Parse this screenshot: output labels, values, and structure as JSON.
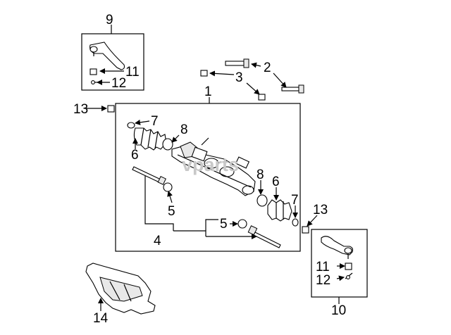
{
  "diagram": {
    "watermark": "vparts",
    "callouts": {
      "c1": "1",
      "c2": "2",
      "c3": "3",
      "c4": "4",
      "c5a": "5",
      "c5b": "5",
      "c6a": "6",
      "c6b": "6",
      "c7a": "7",
      "c7b": "7",
      "c8a": "8",
      "c8b": "8",
      "c9": "9",
      "c10": "10",
      "c11a": "11",
      "c11b": "11",
      "c12a": "12",
      "c12b": "12",
      "c13a": "13",
      "c13b": "13",
      "c14": "14"
    },
    "colors": {
      "line": "#000000",
      "watermark": "#c8c8c8",
      "background": "#ffffff"
    }
  }
}
